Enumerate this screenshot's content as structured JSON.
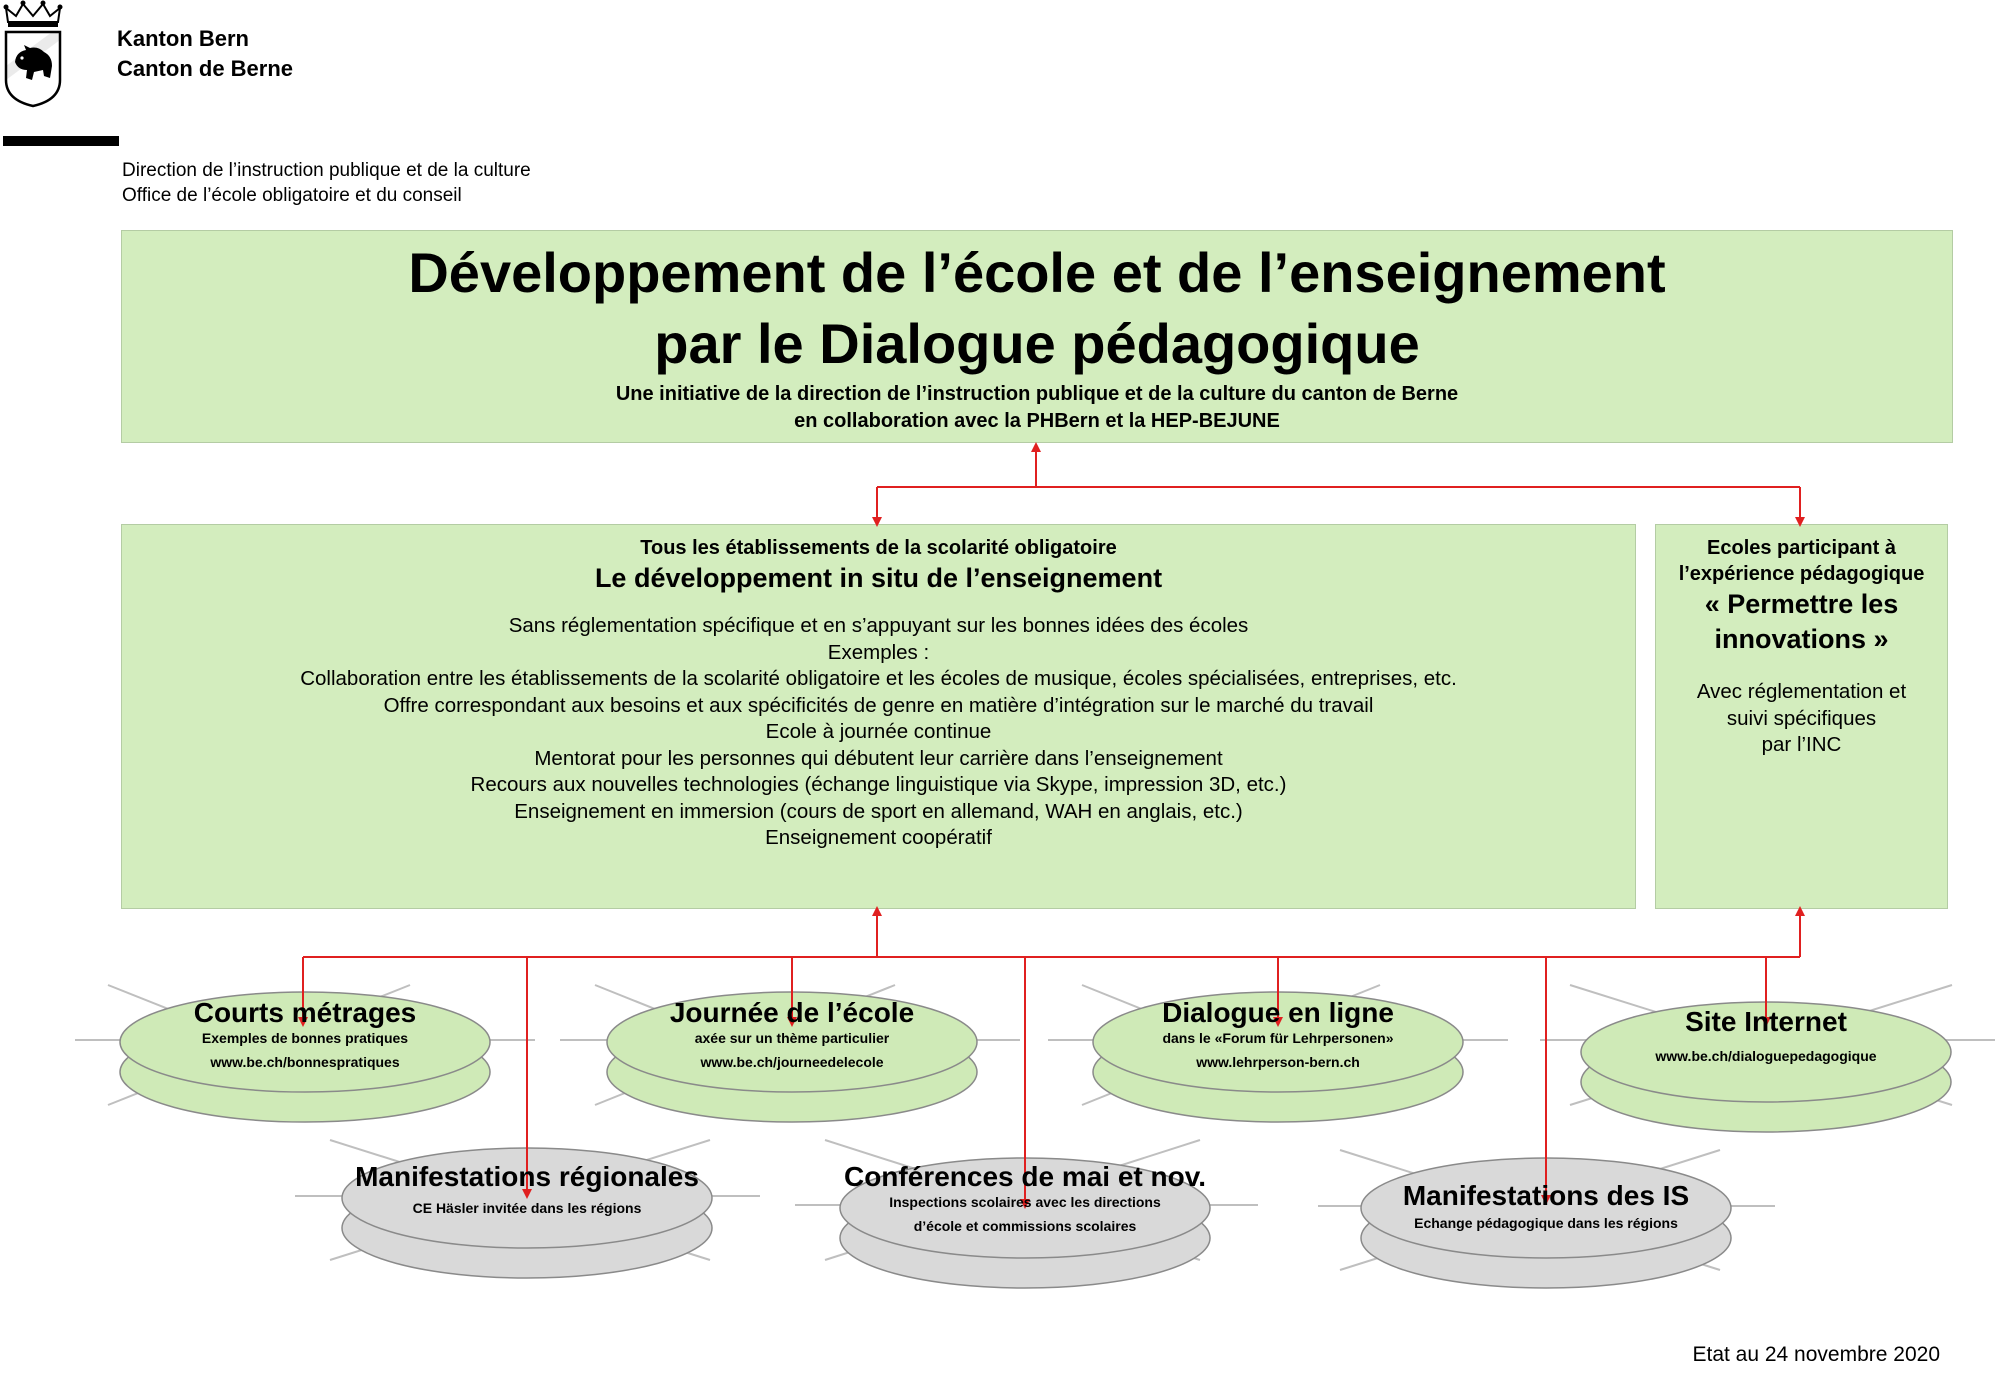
{
  "header": {
    "logo_name": "Berne coat of arms",
    "canton_de": "Kanton Bern",
    "canton_fr": "Canton de Berne",
    "directorate": "Direction de l’instruction publique et de la culture",
    "office": "Office de l’école obligatoire et du conseil"
  },
  "title_box": {
    "title_line1": "Développement de l’école et de l’enseignement",
    "title_line2": "par le Dialogue pédagogique",
    "subtitle_line1": "Une initiative de la direction de l’instruction publique et de la culture du canton de Berne",
    "subtitle_line2": "en collaboration avec la PHBern et la HEP-BEJUNE"
  },
  "situ_box": {
    "scope": "Tous les établissements de la scolarité obligatoire",
    "heading": "Le développement in situ de l’enseignement",
    "lines": [
      "Sans réglementation spécifique et en s’appuyant sur les bonnes idées des écoles",
      "Exemples :",
      "Collaboration entre les établissements de la scolarité obligatoire et les écoles de musique, écoles spécialisées, entreprises, etc.",
      "Offre correspondant aux besoins et aux spécificités de genre en matière d’intégration sur le marché du travail",
      "Ecole à journée continue",
      "Mentorat pour les personnes qui débutent leur carrière dans l’enseignement",
      "Recours aux nouvelles technologies (échange linguistique via Skype, impression 3D, etc.)",
      "Enseignement en immersion (cours de sport en allemand, WAH en anglais, etc.)",
      "Enseignement coopératif"
    ]
  },
  "inno_box": {
    "scope_line1": "Ecoles participant à",
    "scope_line2": "l’expérience pédagogique",
    "heading_line1": "« Permettre les",
    "heading_line2": "innovations »",
    "body_line1": "Avec réglementation et",
    "body_line2": "suivi spécifiques",
    "body_line3": "par l’INC"
  },
  "disks_top": [
    {
      "title": "Courts métrages",
      "sub1": "Exemples de bonnes pratiques",
      "sub2": "www.be.ch/bonnespratiques"
    },
    {
      "title": "Journée de l’école",
      "sub1": "axée sur un thème particulier",
      "sub2": "www.be.ch/journeedelecole"
    },
    {
      "title": "Dialogue en ligne",
      "sub1": "dans le «Forum für Lehrpersonen»",
      "sub2": "www.lehrperson-bern.ch"
    },
    {
      "title": "Site Internet",
      "sub1": "",
      "sub2": "www.be.ch/dialoguepedagogique"
    }
  ],
  "disks_bottom": [
    {
      "title": "Manifestations régionales",
      "sub1": "CE Häsler invitée dans les régions",
      "sub2": ""
    },
    {
      "title": "Conférences de mai et nov.",
      "sub1": "Inspections scolaires avec les directions",
      "sub2": "d’école et commissions scolaires"
    },
    {
      "title": "Manifestations des IS",
      "sub1": "Echange pédagogique dans les régions",
      "sub2": ""
    }
  ],
  "colors": {
    "green_box": "#d3edbe",
    "green_disk": "#cfeab7",
    "gray_disk": "#d9d9d9",
    "arrow": "#e02020"
  },
  "footer": {
    "date": "Etat au 24 novembre 2020"
  }
}
